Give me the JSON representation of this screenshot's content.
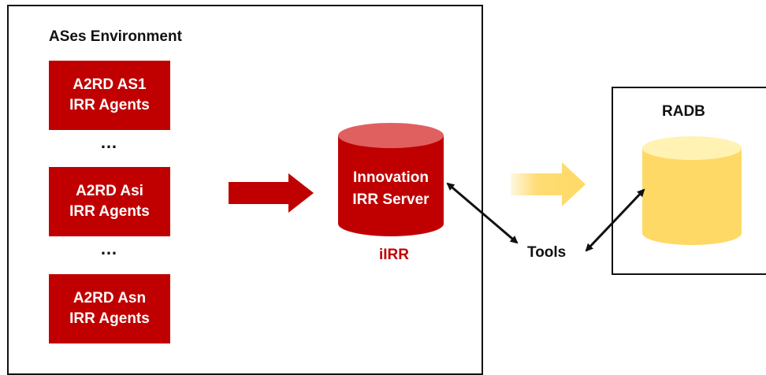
{
  "environment": {
    "title": "ASes Environment",
    "agents": [
      {
        "line1": "A2RD AS1",
        "line2": "IRR Agents"
      },
      {
        "line1": "A2RD Asi",
        "line2": "IRR Agents"
      },
      {
        "line1": "A2RD Asn",
        "line2": "IRR Agents"
      }
    ],
    "ellipsis": "…"
  },
  "server": {
    "line1": "Innovation",
    "line2": "IRR Server",
    "caption": "iIRR"
  },
  "tools": {
    "label": "Tools"
  },
  "radb": {
    "title": "RADB"
  },
  "colors": {
    "agent_red": "#c00000",
    "server_red": "#c00000",
    "server_top": "#e06060",
    "radb_yellow": "#ffd966",
    "radb_top": "#fff2b3",
    "yellow_arrow": "#ffd966",
    "border": "#111111"
  },
  "icons": [
    "red-right-arrow-icon",
    "yellow-right-arrow-icon",
    "double-headed-arrow-icon"
  ]
}
